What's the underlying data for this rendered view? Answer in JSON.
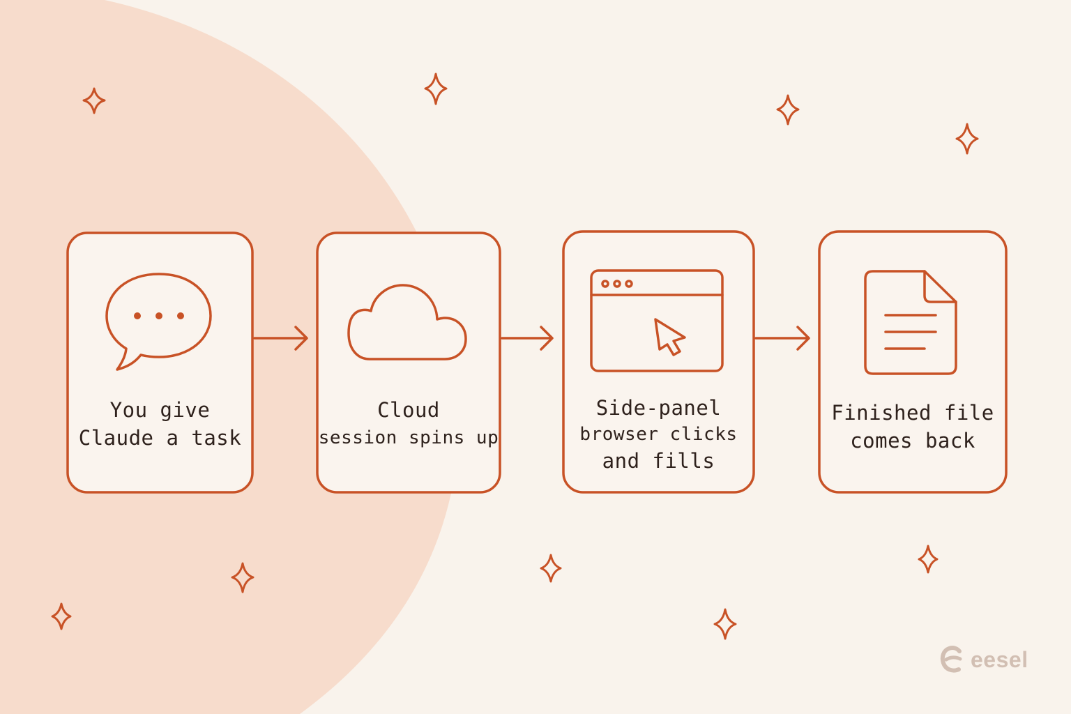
{
  "colors": {
    "background": "#f9f3ec",
    "blob": "#f7dccc",
    "accent": "#c85226",
    "card_fill": "#faf4ee",
    "text": "#2e211c",
    "brand": "#d2bfb3"
  },
  "steps": [
    {
      "icon": "chat-bubble-icon",
      "lines": [
        "You give",
        "Claude a task"
      ]
    },
    {
      "icon": "cloud-icon",
      "lines": [
        "Cloud",
        "session spins up"
      ]
    },
    {
      "icon": "browser-cursor-icon",
      "lines": [
        "Side-panel",
        "browser clicks",
        "and fills"
      ]
    },
    {
      "icon": "document-icon",
      "lines": [
        "Finished file",
        "comes back"
      ]
    }
  ],
  "brand": {
    "name": "eesel",
    "icon": "eesel-logo-icon"
  }
}
